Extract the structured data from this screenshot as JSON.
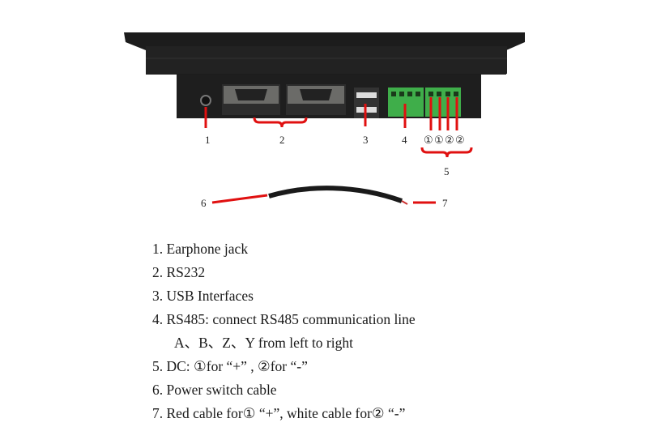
{
  "diagram": {
    "callouts": [
      "1",
      "2",
      "3",
      "4",
      "5",
      "6",
      "7"
    ],
    "terminal_marks": [
      "①",
      "①",
      "②",
      "②"
    ],
    "colors": {
      "callout_line": "#e01010",
      "device": "#1c1c1c",
      "terminal": "#3fae4a"
    }
  },
  "legend": {
    "items": [
      "1. Earphone jack",
      "2. RS232",
      "3. USB Interfaces",
      "4. RS485: connect RS485 communication line",
      "A、B、Z、Y from left to right",
      "5. DC:  ①for “+” , ②for “-”",
      "6. Power switch cable",
      "7. Red cable for① “+”,  white cable for② “-”"
    ]
  }
}
